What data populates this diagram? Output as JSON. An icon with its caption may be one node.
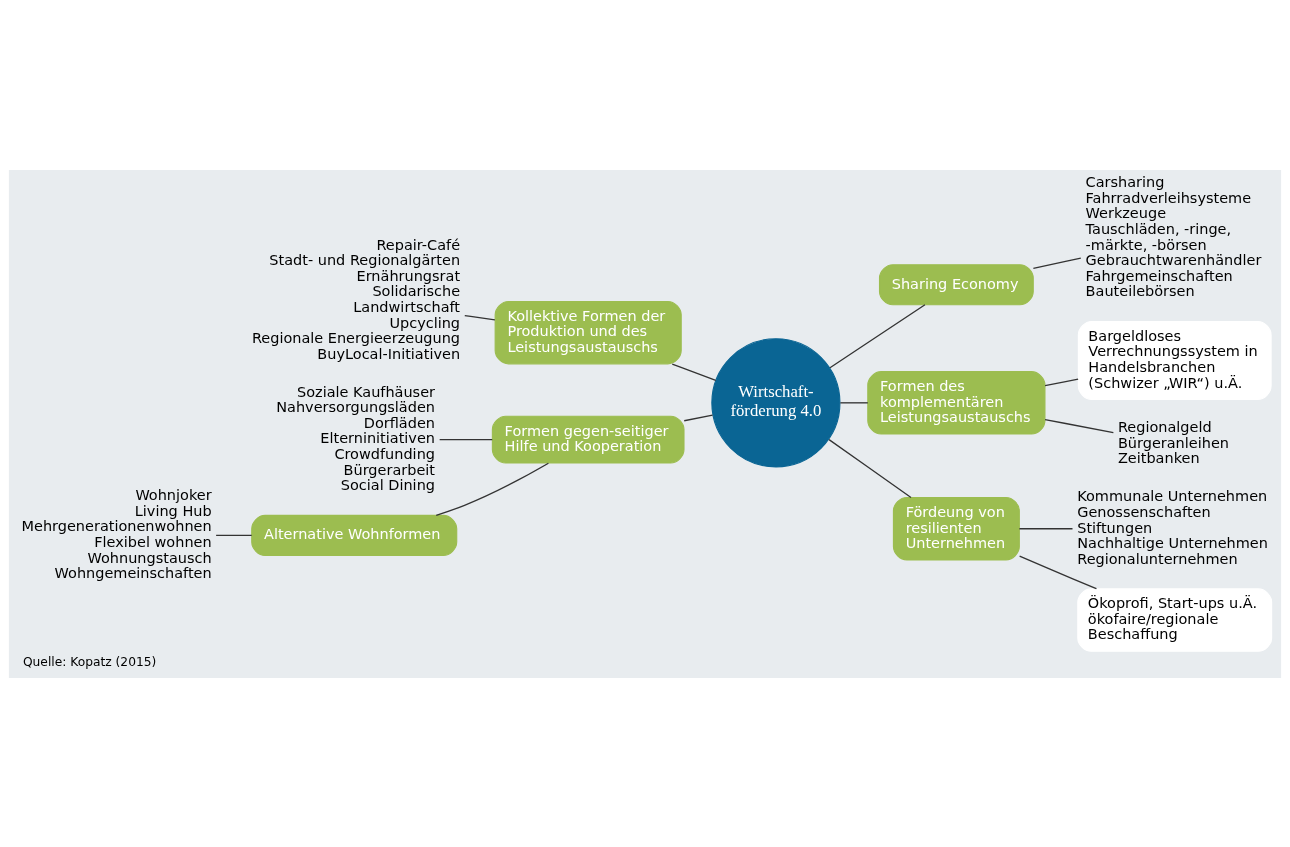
{
  "diagram": {
    "caption": "Quelle: Kopatz (2015)",
    "nodes": [
      {
        "text": [
          "Wirtschaft-förderung 4.0"
        ]
      },
      {
        "text": [
          "Kollektive Formen der Produktion und des Leistungsaustauschs"
        ]
      },
      {
        "text": [
          "Repair-Café",
          "Stadt- und Regionalgärten",
          "Ernährungsrat",
          "Solidarische Landwirtschaft",
          "Upcycling",
          "Regionale Energieerzeugung",
          "BuyLocal-Initiativen"
        ]
      },
      {
        "text": [
          "Sharing Economy"
        ]
      },
      {
        "text": [
          "Carsharing",
          "Fahrradverleihsysteme",
          "Werkzeuge",
          "Tauschläden, -ringe, -märkte, -börsen",
          "Gebrauchtwarenhändler",
          "Fahrgemeinschaften",
          "Bauteilebörsen"
        ]
      },
      {
        "text": [
          "Formen gegen-seitiger Hilfe und Kooperation"
        ]
      },
      {
        "text": [
          "Soziale Kaufhäuser",
          "Nahversorgungsläden",
          "Dorfläden",
          "Elterninitiativen",
          "Crowdfunding",
          "Bürgerarbeit",
          "Social Dining"
        ]
      },
      {
        "text": [
          "Alternative Wohnformen"
        ]
      },
      {
        "text": [
          "Wohnjoker",
          "Living Hub",
          "Mehrgenerationenwohnen",
          "Flexibel wohnen",
          "Wohnungstausch",
          "Wohngemeinschaften"
        ]
      },
      {
        "text": [
          "Formen des komplementären Leistungsaustauschs"
        ]
      },
      {
        "text": [
          "Bargeldloses Verrechnungssystem in Handelsbranchen (Schwizer „WIR“) u.Ä."
        ]
      },
      {
        "text": [
          "Regionalgeld",
          "Bürgeranleihen",
          "Zeitbanken"
        ]
      },
      {
        "text": [
          "Fördeung von resilienten Unternehmen"
        ]
      },
      {
        "text": [
          "Kommunale Unternehmen",
          "Genossenschaften",
          "Stiftungen",
          "Nachhaltige Unternehmen",
          "Regionalunternehmen"
        ]
      },
      {
        "text": [
          "Ökoprofi, Start-ups u.Ä. ökofaire/regionale Beschaffung"
        ]
      }
    ],
    "edges": [
      {
        "from": 2,
        "to": 1,
        "arrow": "none"
      },
      {
        "from": 1,
        "to": 0,
        "arrow": "none"
      },
      {
        "from": 0,
        "to": 3,
        "arrow": "none"
      },
      {
        "from": 3,
        "to": 4,
        "arrow": "none"
      },
      {
        "from": 6,
        "to": 5,
        "arrow": "none"
      },
      {
        "from": 5,
        "to": 0,
        "arrow": "none"
      },
      {
        "from": 8,
        "to": 7,
        "arrow": "none"
      },
      {
        "from": 7,
        "to": 5,
        "arrow": "none"
      },
      {
        "from": 0,
        "to": 9,
        "arrow": "none"
      },
      {
        "from": 9,
        "to": 10,
        "arrow": "none"
      },
      {
        "from": 9,
        "to": 11,
        "arrow": "none"
      },
      {
        "from": 0,
        "to": 12,
        "arrow": "none"
      },
      {
        "from": 12,
        "to": 13,
        "arrow": "none"
      },
      {
        "from": 12,
        "to": 14,
        "arrow": "none"
      }
    ]
  }
}
